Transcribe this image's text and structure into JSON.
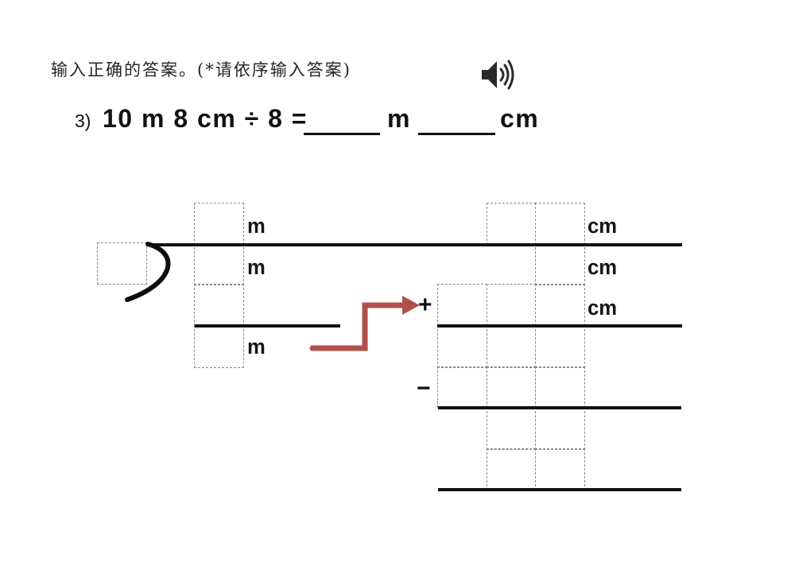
{
  "instruction": {
    "text": "输入正确的答案。(*请依序输入答案)"
  },
  "audio_button": {
    "icon": "speaker-icon"
  },
  "problem": {
    "number": "3)",
    "expression": "10 m 8 cm ÷ 8 =",
    "unit_m": "m",
    "unit_cm": "cm"
  },
  "figure": {
    "unit_m": "m",
    "unit_cm": "cm",
    "plus": "+",
    "minus": "−",
    "arrow_color": "#b0504a",
    "line_color": "#111111",
    "dash_color": "#8a8a8a"
  }
}
